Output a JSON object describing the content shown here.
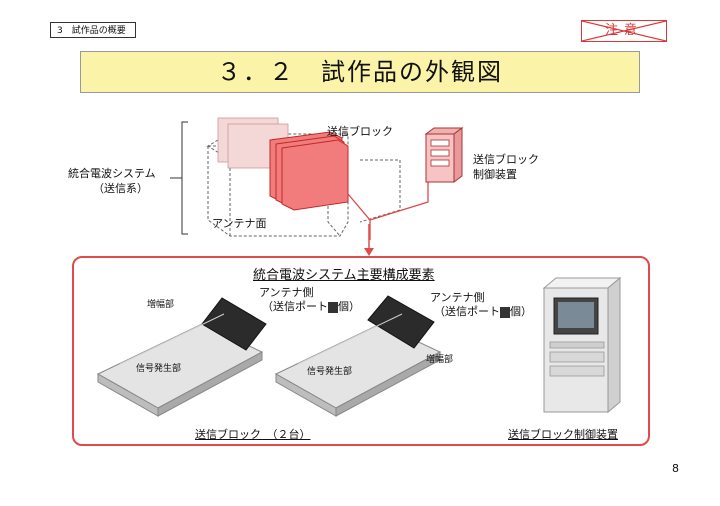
{
  "header": {
    "section_label": "3　試作品の概要",
    "stamp_text": "注意"
  },
  "title": "３．２　試作品の外観図",
  "top_diagram": {
    "system_label_line1": "統合電波システム",
    "system_label_line2": "（送信系）",
    "block_label": "送信ブロック",
    "controller_label_line1": "送信ブロック",
    "controller_label_line2": "制御装置",
    "antenna_face_label": "アンテナ面"
  },
  "components": {
    "heading": "統合電波システム主要構成要素",
    "left_unit": {
      "amp_label": "増幅部",
      "antenna_side_line1": "アンテナ側",
      "antenna_side_line2": "（送信ポート",
      "antenna_side_line3": "個）",
      "signal_gen_label": "信号発生部"
    },
    "right_unit": {
      "antenna_side_line1": "アンテナ側",
      "antenna_side_line2": "（送信ポート",
      "antenna_side_line3": "個）",
      "amp_label": "増幅部",
      "signal_gen_label": "信号発生部"
    },
    "caption_blocks": "送信ブロック　（２台）",
    "caption_controller": "送信ブロック制御装置"
  },
  "page_number": "8",
  "colors": {
    "accent_red": "#e04a4a",
    "title_bg": "#fbf4a8"
  }
}
